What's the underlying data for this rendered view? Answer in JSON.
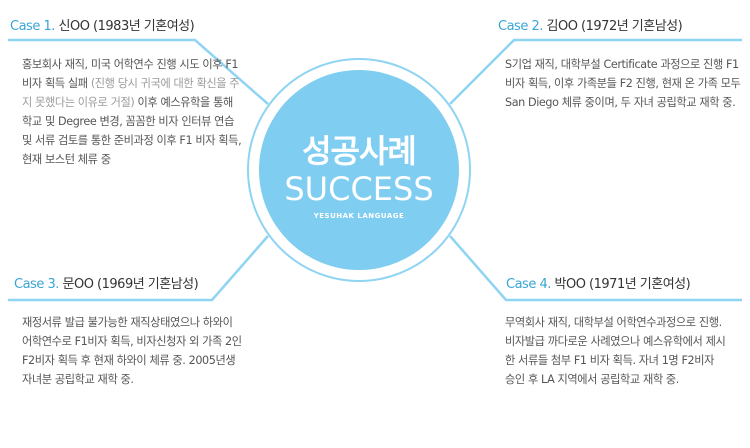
{
  "center": {
    "title_ko": "성공사례",
    "title_en": "SUCCESS",
    "subtitle": "YESUHAK LANGUAGE"
  },
  "cases": [
    {
      "label": "Case 1.",
      "name": "신OO (1983년 기혼여성)",
      "text_a": "홍보회사 재직, 미국 어학연수 진행 시도 이후 F1 비자 획득 실패 ",
      "text_muted": "(진행 당시 귀국에 대한 확신을 주지 못했다는 이유로 거절)",
      "text_b": " 이후 예스유학을 통해 학교 및 Degree 변경, 꼼꼼한 비자 인터뷰 연습 및 서류 검토를 통한 준비과정 이후 F1 비자 획득, 현재 보스턴 체류 중"
    },
    {
      "label": "Case 2.",
      "name": "김OO (1972년 기혼남성)",
      "text": "S기업 재직, 대학부설 Certificate 과정으로 진행 F1 비자 획득, 이후 가족분들 F2 진행, 현재 온 가족 모두 San Diego 체류 중이며, 두 자녀 공립학교 재학 중."
    },
    {
      "label": "Case 3.",
      "name": "문OO (1969년 기혼남성)",
      "text": "재정서류 발급 불가능한 재직상태였으나 하와이 어학연수로 F1비자 획득, 비자신청자 외 가족 2인 F2비자 획득 후 현재 하와이 체류 중. 2005년생 자녀분 공립학교 재학 중."
    },
    {
      "label": "Case 4.",
      "name": "박OO (1971년 기혼여성)",
      "text": "무역회사 재직, 대학부설 어학연수과정으로 진행. 비자발급 까다로운 사례였으나 예스유학에서 제시한 서류들 첨부 F1 비자 획득. 자녀 1명 F2비자 승인 후 LA 지역에서 공립학교 재학 중."
    }
  ]
}
